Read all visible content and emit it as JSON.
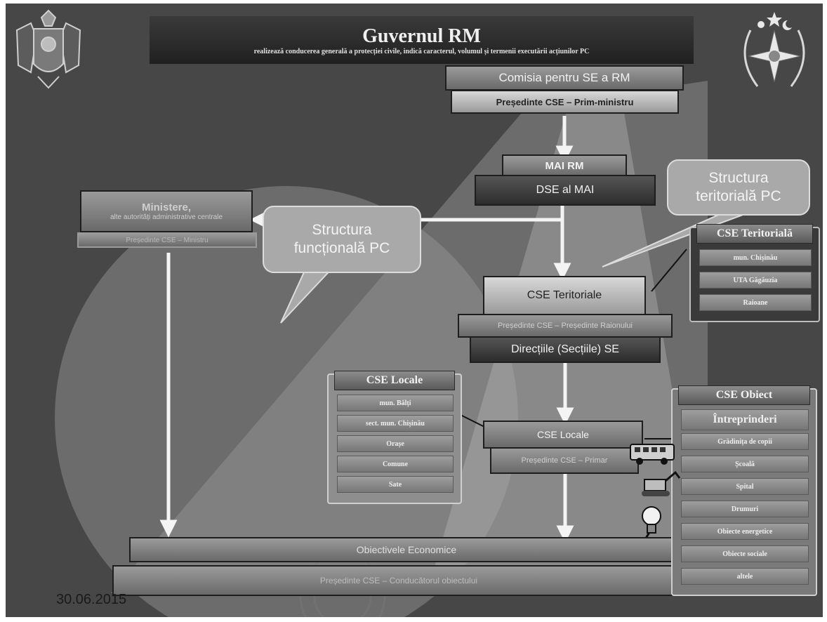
{
  "header": {
    "title": "Guvernul RM",
    "subtitle": "realizează conducerea generală a protecției civile, indică caracterul, volumul și termenii executării acțiunilor PC"
  },
  "central": {
    "comisia": "Comisia pentru SE a RM",
    "presedinte_cse": "Președinte CSE – Prim-ministru",
    "mai_rm": "MAI RM",
    "dse_mai": "DSE al MAI",
    "cse_teritoriale": "CSE Teritoriale",
    "presedinte_teritoriale": "Președinte CSE – Președinte Raionului",
    "directiile": "Direcțiile (Secțiile) SE",
    "cse_locale": "CSE Locale",
    "presedinte_locale": "Președinte CSE – Primar"
  },
  "ministere": {
    "title": "Ministere,",
    "subtitle": "alte autorități administrative centrale",
    "presedinte": "Președinte CSE – Ministru"
  },
  "callouts": {
    "functional_line1": "Structura",
    "functional_line2": "funcțională PC",
    "territorial_line1": "Structura",
    "territorial_line2": "teritorială PC"
  },
  "panel_teritoriala": {
    "title": "CSE Teritorială",
    "items": [
      "mun. Chișinău",
      "UTA Găgăuzia",
      "Raioane"
    ]
  },
  "panel_locale": {
    "title": "CSE Locale",
    "items": [
      "mun. Bălți",
      "sect. mun. Chișinău",
      "Orașe",
      "Comune",
      "Sate"
    ]
  },
  "panel_obiect": {
    "title": "CSE Obiect",
    "items": [
      "Întreprinderi",
      "Grădinița de copii",
      "Școală",
      "Spital",
      "Drumuri",
      "Obiecte energetice",
      "Obiecte sociale",
      "altele"
    ]
  },
  "bottom": {
    "obiective": "Obiectivele Economice",
    "presedinte": "Președinte CSE – Conducătorul obiectului"
  },
  "date": "30.06.2015"
}
